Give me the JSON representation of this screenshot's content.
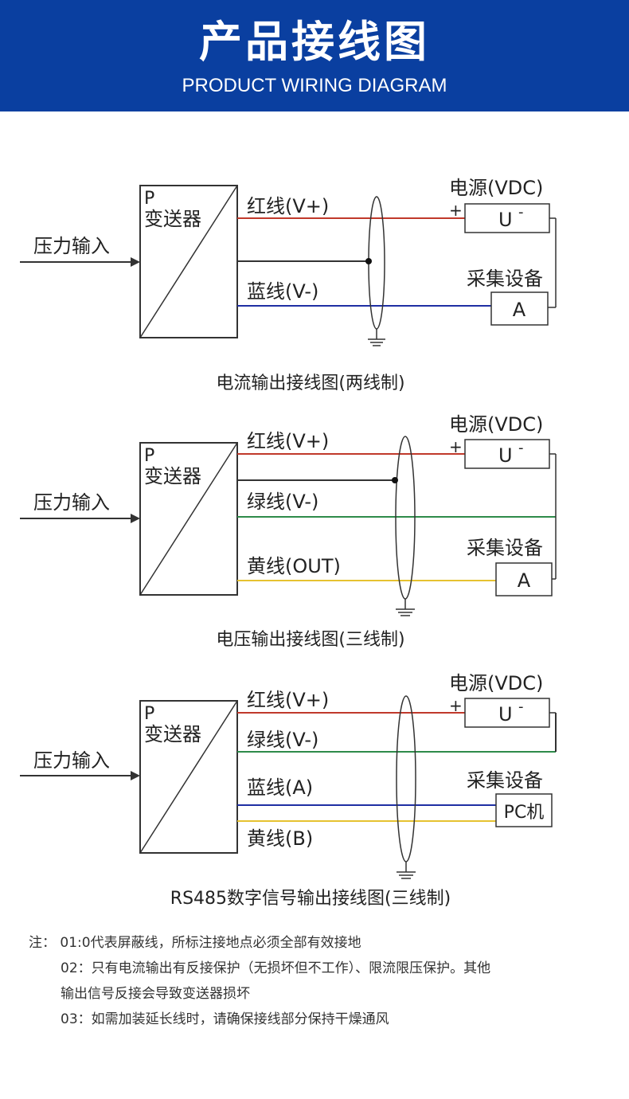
{
  "header": {
    "title": "产品接线图",
    "subtitle": "PRODUCT WIRING DIAGRAM"
  },
  "colors": {
    "header_bg": "#0a3fa0",
    "red_wire": "#c0392b",
    "blue_wire": "#1f2fa3",
    "green_wire": "#2e8b4a",
    "yellow_wire": "#e6c230",
    "black": "#333333"
  },
  "common": {
    "input_label": "压力输入",
    "transmitter_p": "P",
    "transmitter_label": "变送器",
    "power_label": "电源(VDC)",
    "power_plus": "+",
    "power_box": "U",
    "power_minus": "-",
    "device_label": "采集设备"
  },
  "diagrams": [
    {
      "wires": [
        "红线(V+)",
        "蓝线(V-)"
      ],
      "device_box": "A",
      "caption": "电流输出接线图(两线制)"
    },
    {
      "wires": [
        "红线(V+)",
        "绿线(V-)",
        "黄线(OUT)"
      ],
      "device_box": "A",
      "caption": "电压输出接线图(三线制)"
    },
    {
      "wires": [
        "红线(V+)",
        "绿线(V-)",
        "蓝线(A)",
        "黄线(B)"
      ],
      "device_box": "PC机",
      "caption": "RS485数字信号输出接线图(三线制)"
    }
  ],
  "notes": {
    "line1": "注：  01:0代表屏蔽线，所标注接地点必须全部有效接地",
    "line2a": "02：只有电流输出有反接保护（无损坏但不工作）、限流限压保护。其他",
    "line2b": "输出信号反接会导致变送器损坏",
    "line3": "03：如需加装延长线时，请确保接线部分保持干燥通风"
  }
}
